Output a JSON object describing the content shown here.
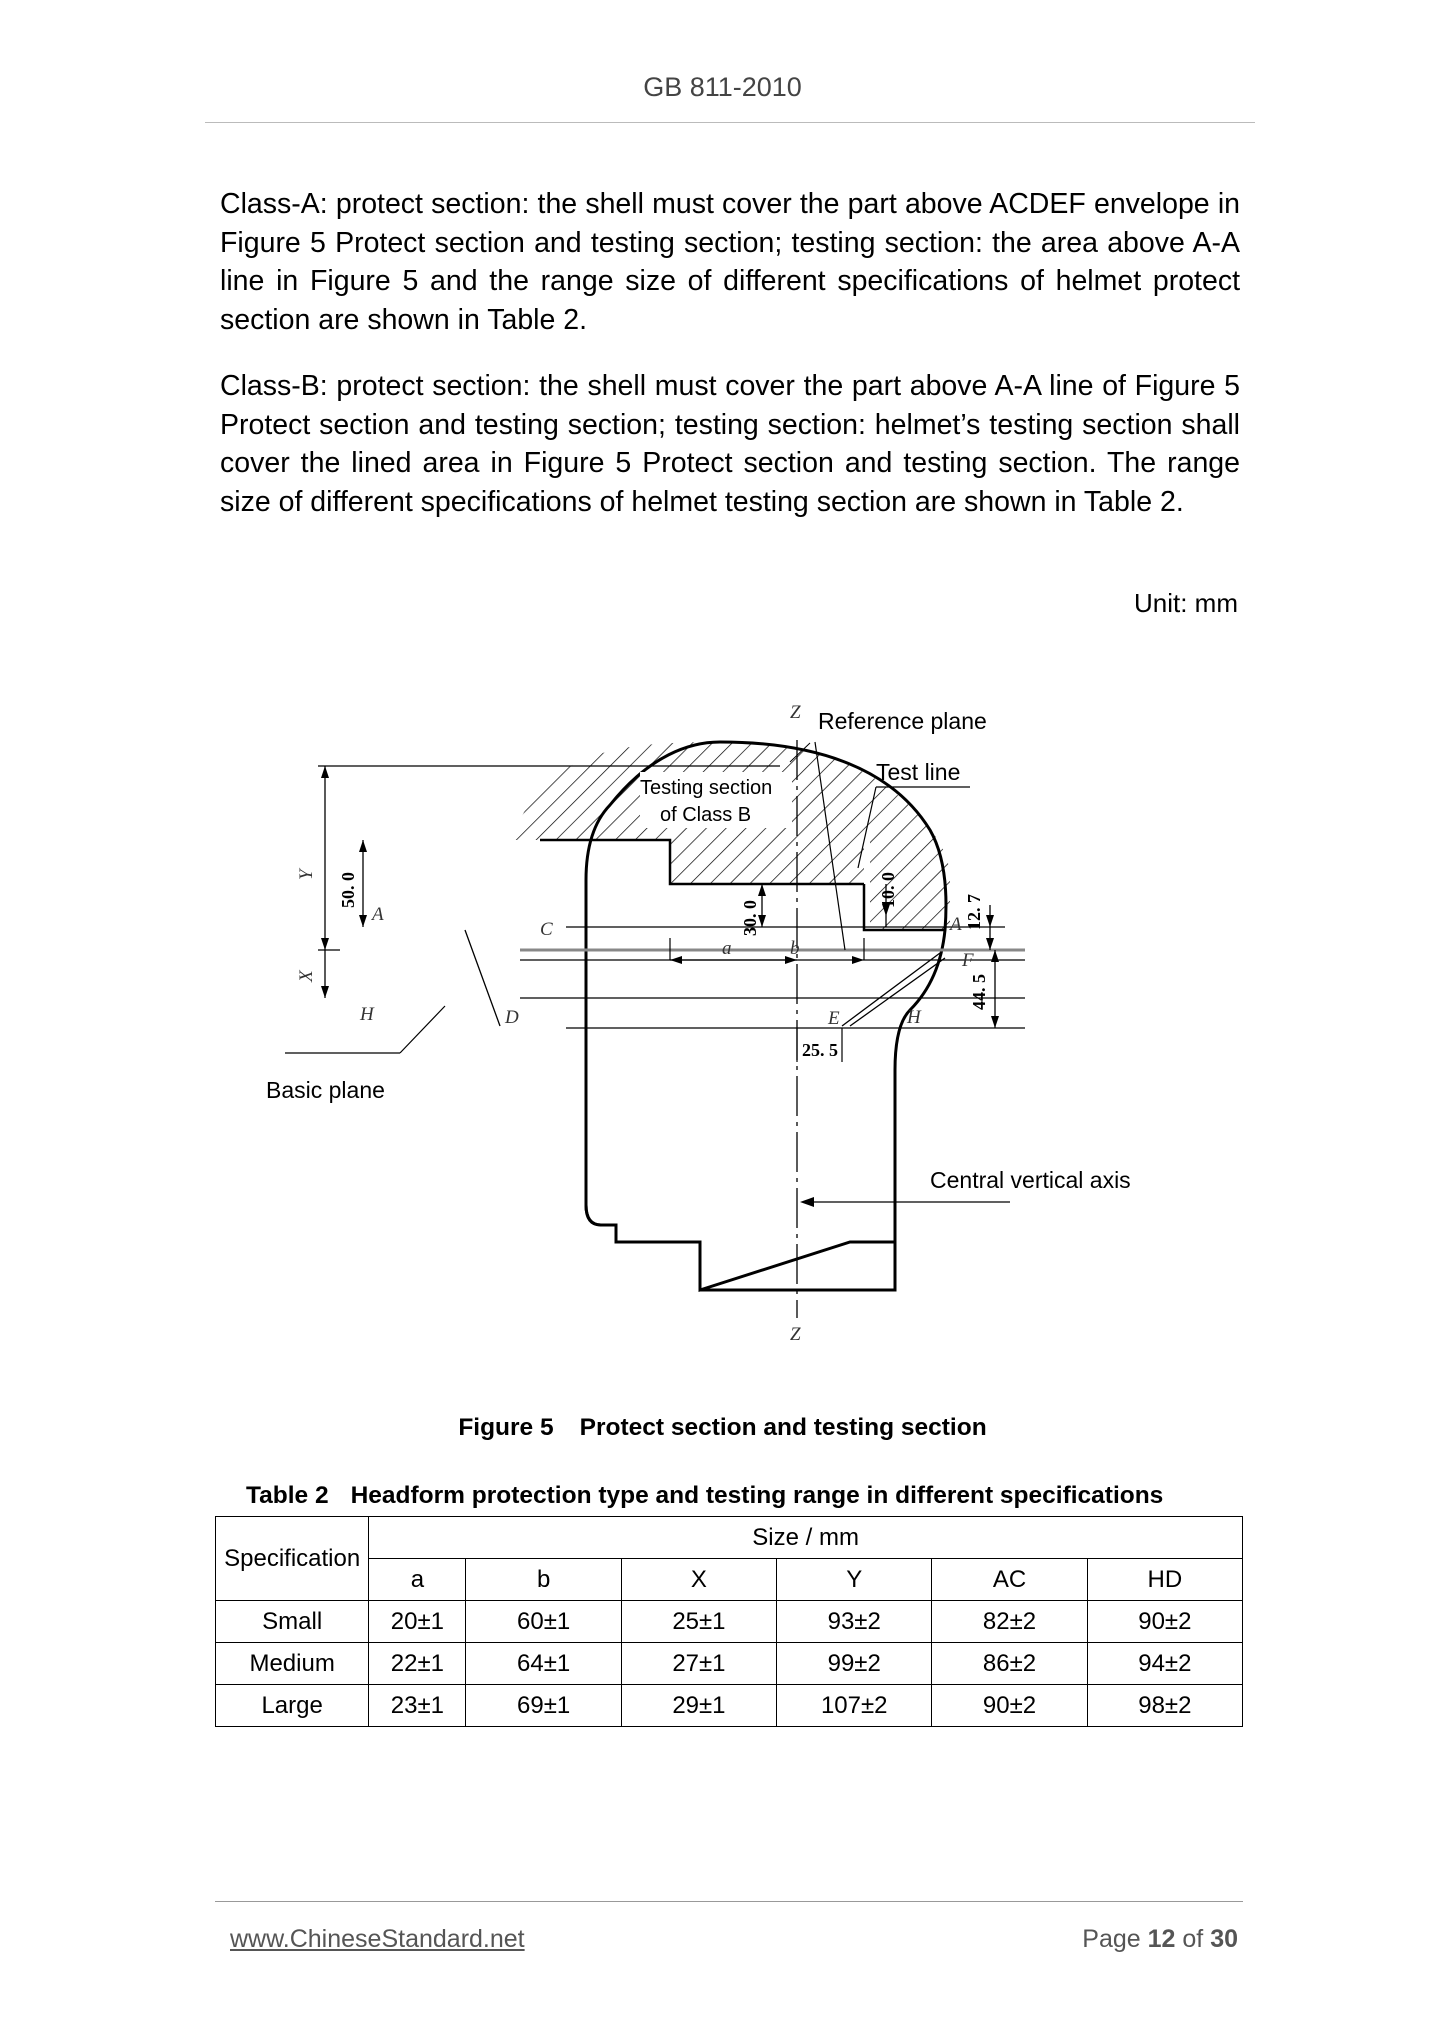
{
  "header": {
    "title": "GB 811-2010"
  },
  "paragraphs": [
    "Class-A: protect section: the shell must cover the part above ACDEF envelope in Figure 5 Protect section and testing section; testing section: the area above A-A line in Figure 5 and the range size of different specifications of helmet protect section are shown in Table 2.",
    "Class-B: protect section: the shell must cover the part above A-A line of Figure 5 Protect section and testing section; testing section: helmet’s testing section shall cover the lined area in Figure 5 Protect section and testing section. The range size of different specifications of helmet testing section are shown in Table 2."
  ],
  "unit_note": "Unit: mm",
  "figure": {
    "callouts": {
      "reference_plane": "Reference plane",
      "test_line": "Test line",
      "testing_section_line1": "Testing section",
      "testing_section_line2": "of Class B",
      "basic_plane": "Basic plane",
      "central_axis": "Central vertical axis"
    },
    "letters": {
      "z_top": "Z",
      "z_bottom": "Z",
      "y": "Y",
      "x": "X",
      "a_left": "A",
      "a_right": "A",
      "c": "C",
      "a_small": "a",
      "b_small": "b",
      "f": "F",
      "h_left": "H",
      "d": "D",
      "e": "E",
      "h_right": "H"
    },
    "dims": {
      "d50": "50. 0",
      "d30": "30. 0",
      "d10": "10. 0",
      "d127": "12. 7",
      "d445": "44. 5",
      "d255": "25. 5"
    },
    "caption_number": "Figure 5",
    "caption_title": "Protect section and testing section"
  },
  "table": {
    "caption_number": "Table 2",
    "caption_title": "Headform protection type and testing range in different specifications",
    "spec_header": "Specification",
    "size_header": "Size / mm",
    "columns": [
      "a",
      "b",
      "X",
      "Y",
      "AC",
      "HD"
    ],
    "rows": [
      {
        "spec": "Small",
        "values": [
          "20±1",
          "60±1",
          "25±1",
          "93±2",
          "82±2",
          "90±2"
        ]
      },
      {
        "spec": "Medium",
        "values": [
          "22±1",
          "64±1",
          "27±1",
          "99±2",
          "86±2",
          "94±2"
        ]
      },
      {
        "spec": "Large",
        "values": [
          "23±1",
          "69±1",
          "29±1",
          "107±2",
          "90±2",
          "98±2"
        ]
      }
    ]
  },
  "footer": {
    "website": "www.ChineseStandard.net",
    "page_prefix": "Page",
    "page_current": "12",
    "page_of": "of",
    "page_total": "30"
  }
}
